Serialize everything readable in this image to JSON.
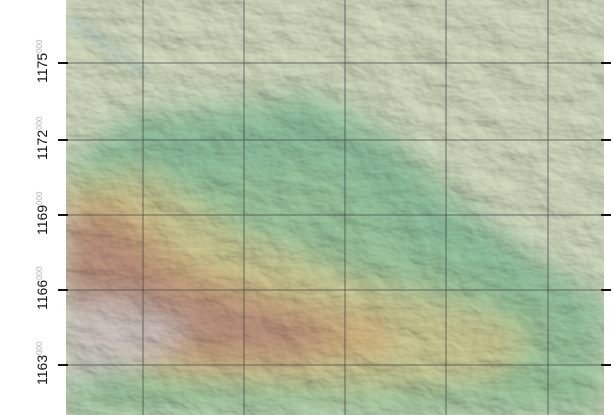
{
  "map": {
    "y_axis": {
      "ticks": [
        {
          "major": "1163",
          "minor": "000"
        },
        {
          "major": "1166",
          "minor": "000"
        },
        {
          "major": "1169",
          "minor": "000"
        },
        {
          "major": "1172",
          "minor": "000"
        },
        {
          "major": "1175",
          "minor": "000"
        }
      ]
    },
    "colors": {
      "lowland": "#d9e3c6",
      "plain_green": "#8fc7a1",
      "mid_green": "#a9d0a4",
      "yellow": "#e6d49a",
      "orange": "#dfb07a",
      "red_brown": "#b98b82",
      "high_grey": "#d8d2d2",
      "grid": "#4a4a4a"
    }
  }
}
